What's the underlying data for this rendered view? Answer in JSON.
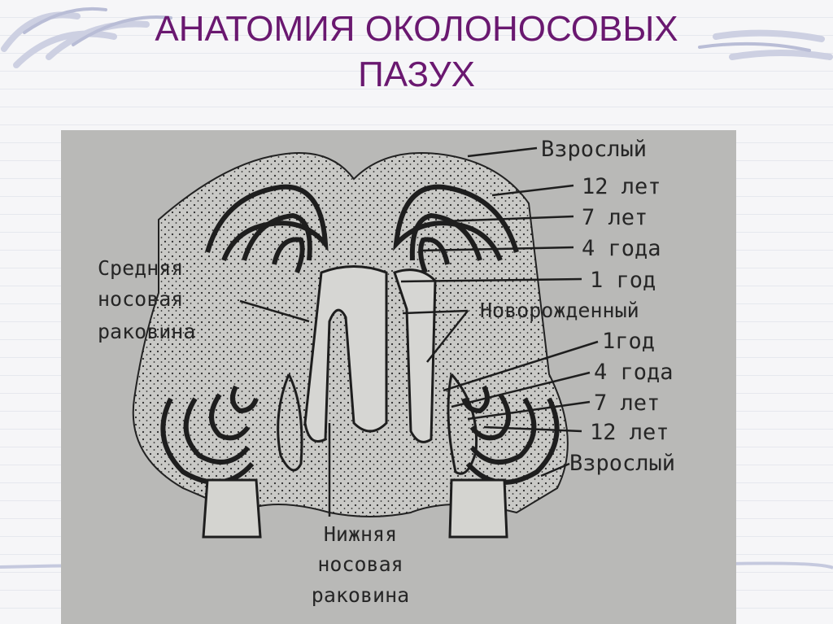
{
  "slide": {
    "title_line1": "АНАТОМИЯ ОКОЛОНОСОВЫХ",
    "title_line2": "ПАЗУХ"
  },
  "diagram": {
    "left_labels": {
      "middle_turbinate": [
        "Средняя",
        "носовая",
        "раковина"
      ]
    },
    "right_labels_frontal": [
      "Взрослый",
      "12 лет",
      "7 лет",
      "4 года",
      "1 год"
    ],
    "newborn_label": "Новорожденный",
    "right_labels_maxillary": [
      "1год",
      "4 года",
      "7 лет",
      "12 лет",
      "Взрослый"
    ],
    "bottom_label": [
      "Нижняя",
      "носовая",
      "раковина"
    ]
  },
  "colors": {
    "title": "#6a1870",
    "photo_bg": "#b9b9b7",
    "ink": "#262626"
  }
}
